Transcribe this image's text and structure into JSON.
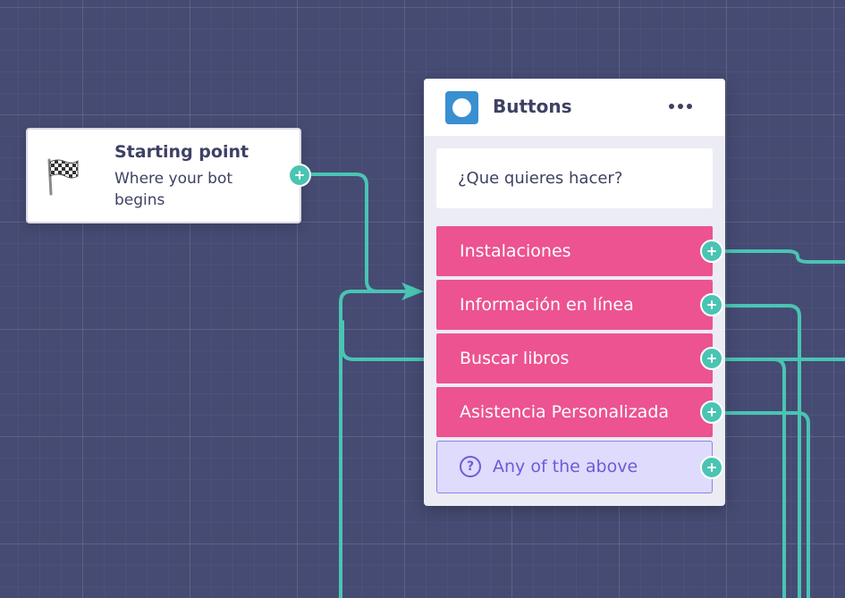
{
  "canvas": {
    "background": "#464b73",
    "connector_color": "#4ac4b3"
  },
  "start_node": {
    "icon": "checkered-flag-icon",
    "title": "Starting point",
    "description": "Where your bot begins"
  },
  "buttons_node": {
    "icon": "buttons-node-icon",
    "title": "Buttons",
    "menu_icon": "more-options-icon",
    "question": "¿Que quieres hacer?",
    "choices": [
      {
        "label": "Instalaciones",
        "color": "#ec5390"
      },
      {
        "label": "Información en línea",
        "color": "#ec5390"
      },
      {
        "label": "Buscar libros",
        "color": "#ec5390"
      },
      {
        "label": "Asistencia Personalizada",
        "color": "#ec5390"
      }
    ],
    "fallback": {
      "label": "Any of the above",
      "icon": "question-circle-icon",
      "color": "#6a5cd8"
    }
  }
}
